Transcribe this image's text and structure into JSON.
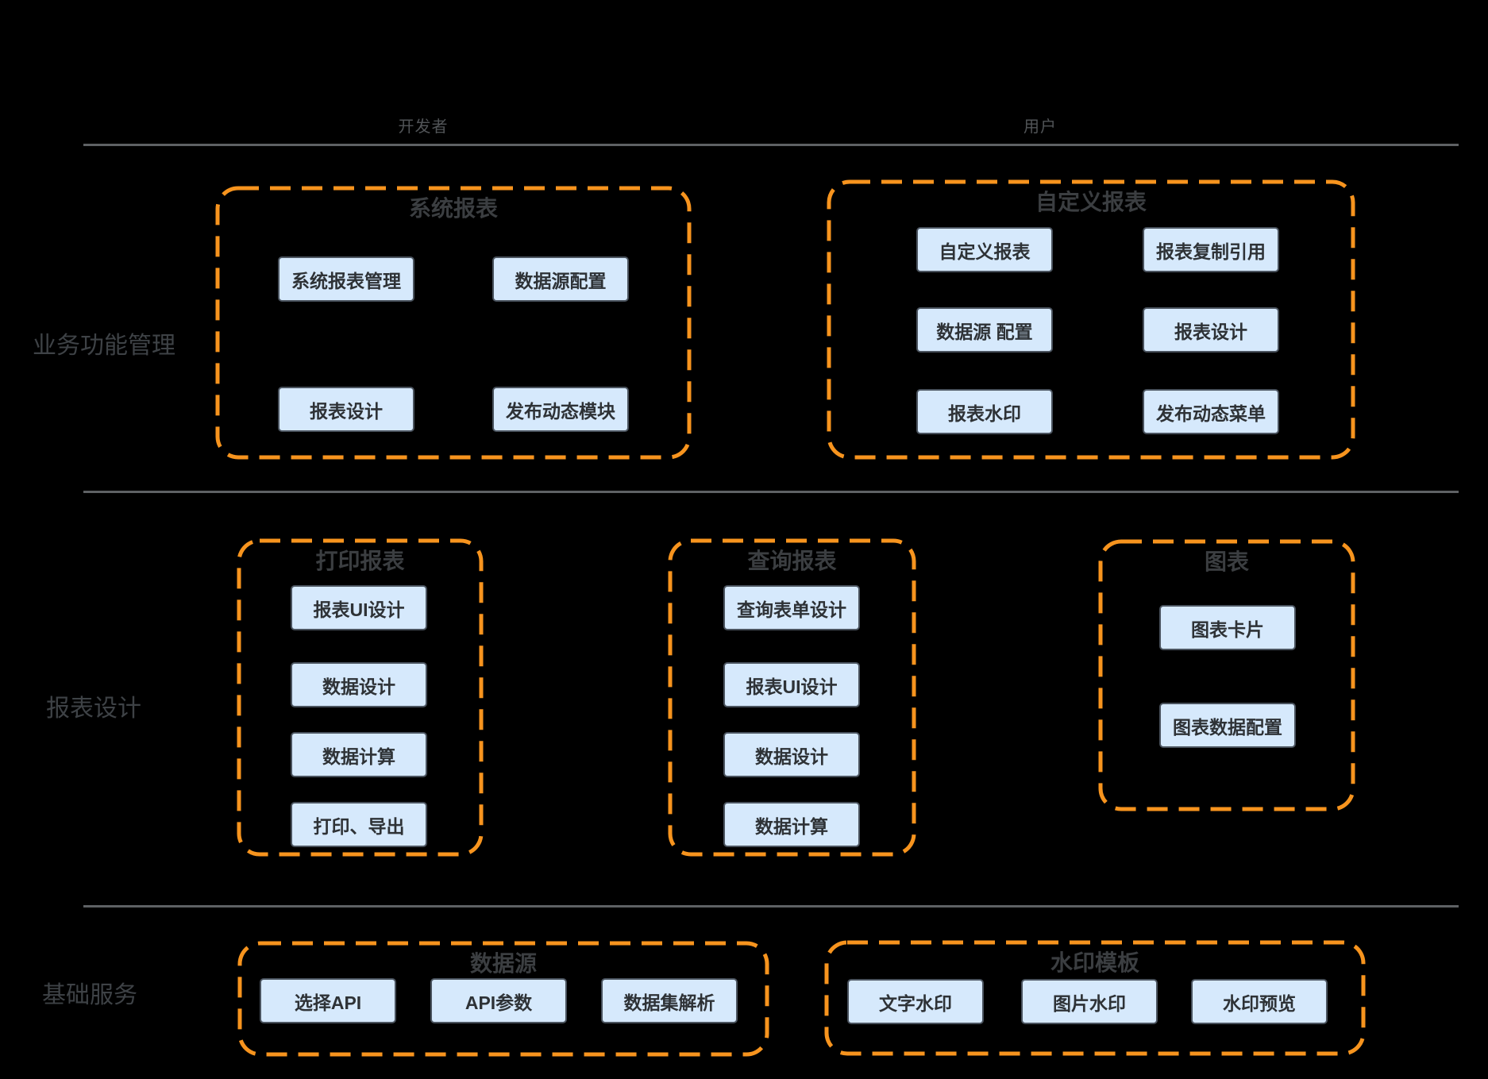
{
  "lanes": {
    "developer": "开发者",
    "user": "用户"
  },
  "sections": {
    "business_function_mgmt": "业务功能管理",
    "report_design": "报表设计",
    "basic_services": "基础服务"
  },
  "containers": [
    {
      "title": "系统报表",
      "boxes": [
        "系统报表管理",
        "数据源配置",
        "报表设计",
        "发布动态模块"
      ]
    },
    {
      "title": "自定义报表",
      "boxes": [
        "自定义报表",
        "报表复制引用",
        "数据源 配置",
        "报表设计",
        "报表水印",
        "发布动态菜单"
      ]
    },
    {
      "title": "打印报表",
      "boxes": [
        "报表UI设计",
        "数据设计",
        "数据计算",
        "打印、导出"
      ]
    },
    {
      "title": "查询报表",
      "boxes": [
        "查询表单设计",
        "报表UI设计",
        "数据设计",
        "数据计算"
      ]
    },
    {
      "title": "图表",
      "boxes": [
        "图表卡片",
        "图表数据配置"
      ]
    },
    {
      "title": "数据源",
      "boxes": [
        "选择API",
        "API参数",
        "数据集解析"
      ]
    },
    {
      "title": "水印模板",
      "boxes": [
        "文字水印",
        "图片水印",
        "水印预览"
      ]
    }
  ],
  "colors": {
    "background": "#000000",
    "accent_orange": "#F7941E",
    "box_fill": "#D6E9FC",
    "box_border": "#4A535E",
    "divider_line": "#5E6164",
    "title_text": "#3B3E41"
  }
}
